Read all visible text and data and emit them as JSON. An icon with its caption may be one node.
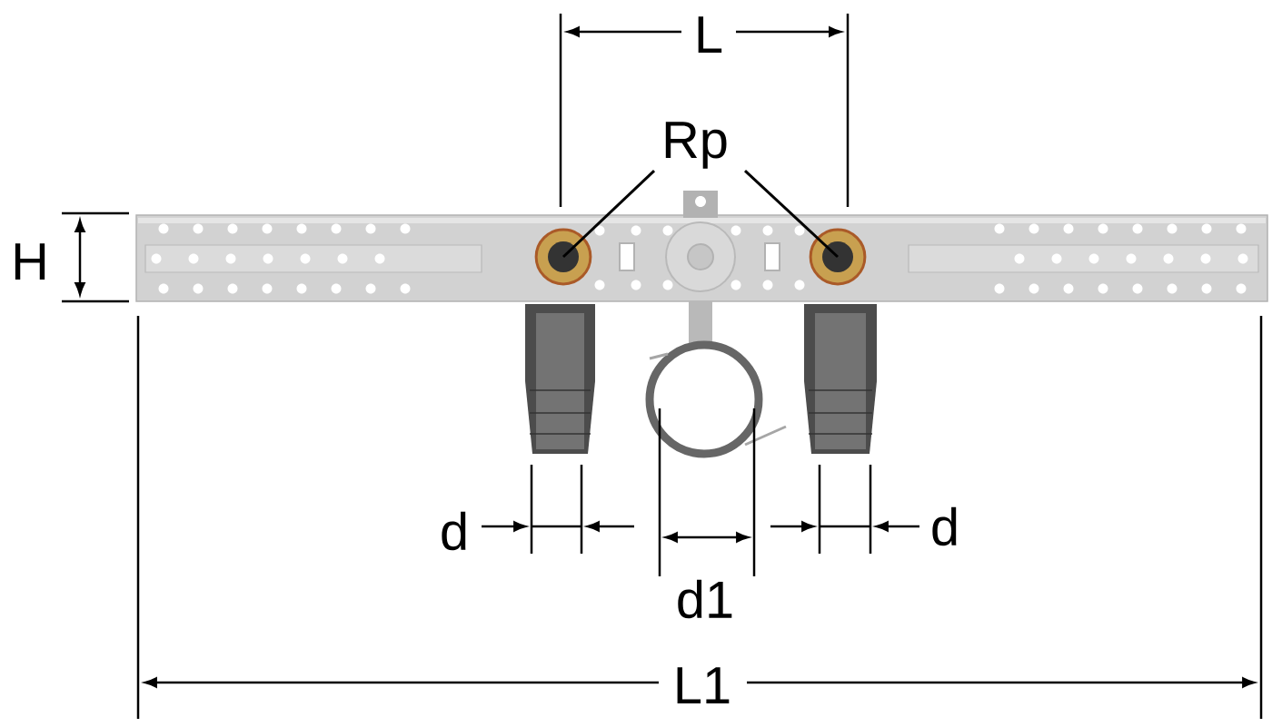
{
  "diagram": {
    "nodes": [
      {
        "text": [
          "Rp"
        ]
      },
      {
        "text": [],
        "shape": "circle"
      },
      {
        "text": [],
        "shape": "circle"
      }
    ],
    "edges": [
      {
        "from": 0,
        "to": 1,
        "arrow": "none"
      },
      {
        "from": 0,
        "to": 2,
        "arrow": "none"
      }
    ],
    "labels": [
      "L",
      "H",
      "d",
      "d",
      "d1",
      "L1"
    ]
  }
}
